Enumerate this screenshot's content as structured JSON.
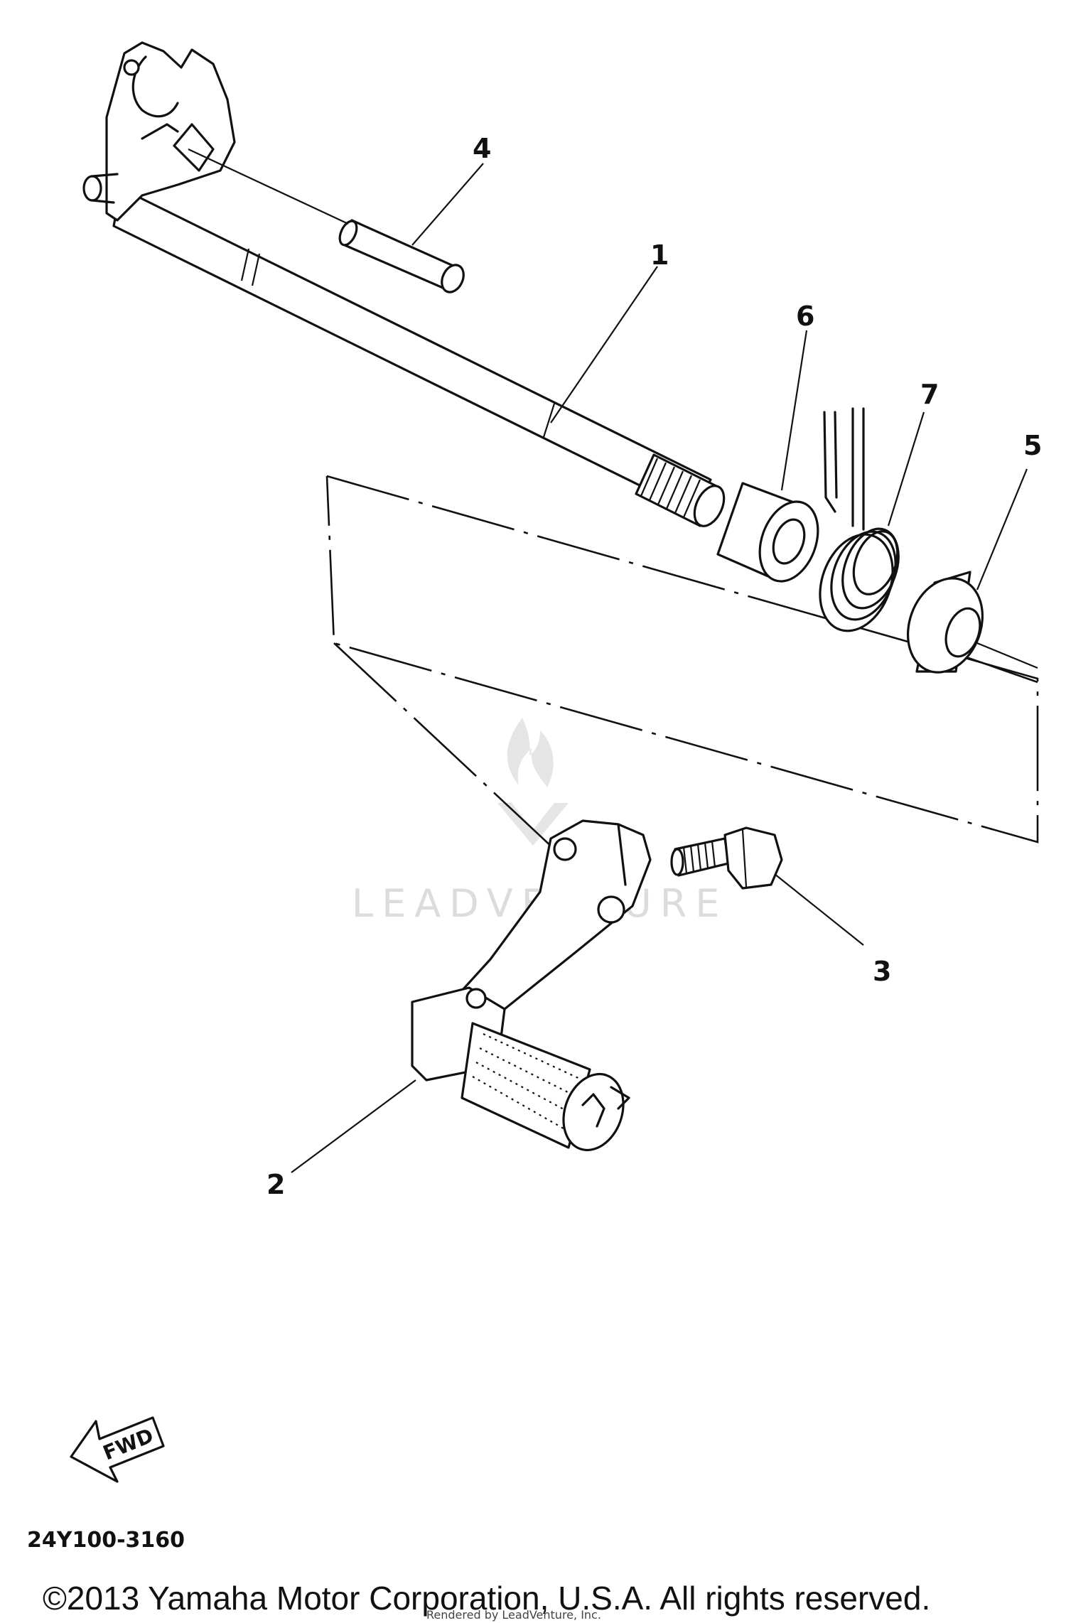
{
  "diagram": {
    "callouts": [
      {
        "id": "1",
        "label": "1"
      },
      {
        "id": "2",
        "label": "2"
      },
      {
        "id": "3",
        "label": "3"
      },
      {
        "id": "4",
        "label": "4"
      },
      {
        "id": "5",
        "label": "5"
      },
      {
        "id": "6",
        "label": "6"
      },
      {
        "id": "7",
        "label": "7"
      }
    ],
    "fwd_label": "FWD",
    "part_code": "24Y100-3160",
    "watermark": "LEADVENTURE",
    "copyright": "©2013 Yamaha Motor Corporation, U.S.A. All rights reserved.",
    "footer_small": "Rendered by LeadVenture, Inc."
  }
}
